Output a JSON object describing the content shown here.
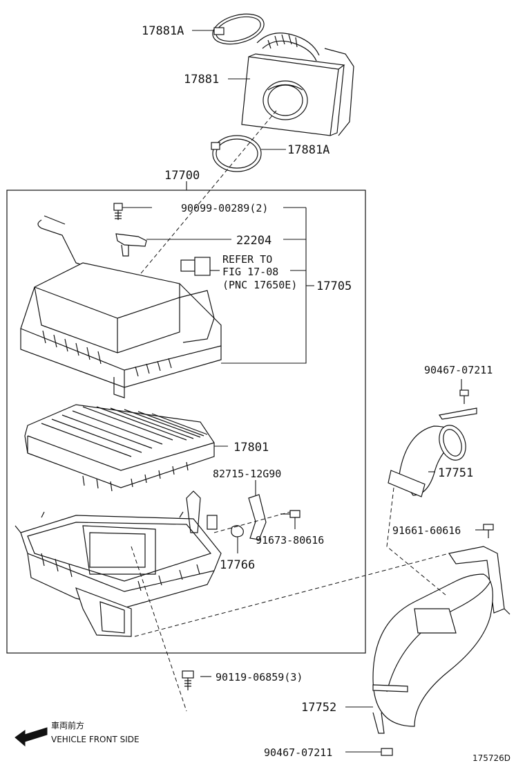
{
  "diagram": {
    "labels": {
      "p17881A_top": "17881A",
      "p17881": "17881",
      "p17881A_bottom": "17881A",
      "p17700": "17700",
      "p90099": "90099-00289(2)",
      "p22204": "22204",
      "refer_line1": "REFER TO",
      "refer_line2": "FIG 17-08",
      "refer_line3": "(PNC 17650E)",
      "p17705": "17705",
      "p17801": "17801",
      "p82715": "82715-12G90",
      "p91673": "91673-80616",
      "p17766": "17766",
      "p90467_top": "90467-07211",
      "p17751": "17751",
      "p91661": "91661-60616",
      "p90119": "90119-06859(3)",
      "p17752": "17752",
      "p90467_bottom": "90467-07211",
      "dir_jp": "車両前方",
      "dir_en": "VEHICLE FRONT SIDE",
      "fig_id": "175726D"
    }
  }
}
